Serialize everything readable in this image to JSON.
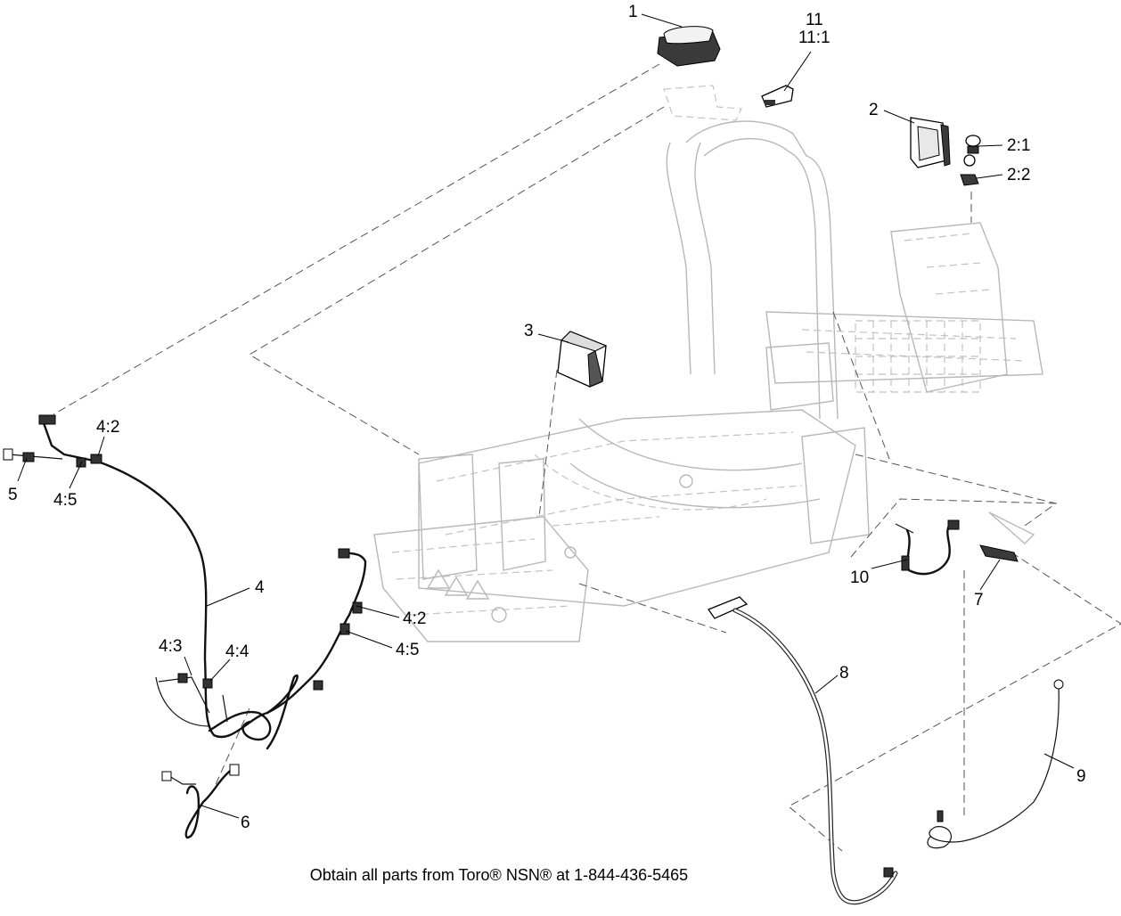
{
  "callouts": {
    "c1": "1",
    "c11": "11",
    "c11_1": "11:1",
    "c2": "2",
    "c2_1": "2:1",
    "c2_2": "2:2",
    "c3": "3",
    "c4_2_top": "4:2",
    "c5": "5",
    "c4_5_top": "4:5",
    "c4": "4",
    "c4_2_right": "4:2",
    "c4_5_right": "4:5",
    "c4_3": "4:3",
    "c4_4": "4:4",
    "c6": "6",
    "c10": "10",
    "c7": "7",
    "c8": "8",
    "c9": "9"
  },
  "footer": "Obtain all parts from Toro® NSN® at 1-844-436-5465"
}
